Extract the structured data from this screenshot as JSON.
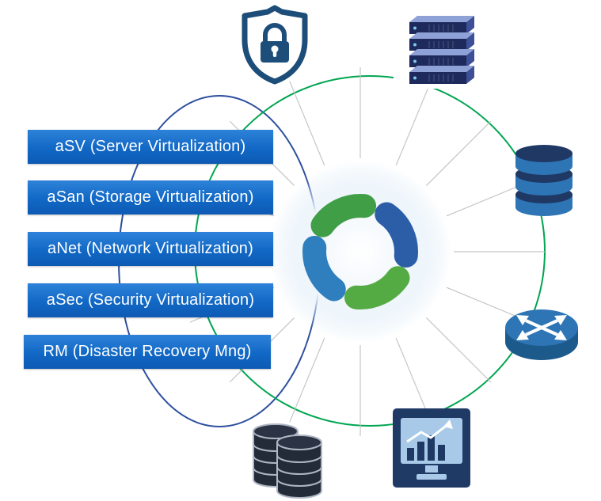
{
  "diagram": {
    "type": "hub-orbit-diagram",
    "banners": [
      {
        "label": "aSV (Server Virtualization)"
      },
      {
        "label": "aSan (Storage Virtualization)"
      },
      {
        "label": "aNet (Network Virtualization)"
      },
      {
        "label": "aSec (Security Virtualization)"
      },
      {
        "label": "RM (Disaster Recovery Mng)"
      }
    ],
    "icons": [
      {
        "name": "shield-lock-icon"
      },
      {
        "name": "server-rack-icon"
      },
      {
        "name": "database-icon"
      },
      {
        "name": "router-icon"
      },
      {
        "name": "dashboard-monitor-icon"
      },
      {
        "name": "storage-stack-icon"
      }
    ],
    "hub": {
      "logo": "blue-green swirl logo"
    },
    "colors": {
      "banner_blue_top": "#2e82d8",
      "banner_blue_bottom": "#0d5ab4",
      "orbit_green": "#00a550",
      "orbit_blue": "#2d4f9e",
      "spoke_gray": "#c6c6c6",
      "icon_navy": "#1f3864",
      "icon_blue": "#2e75b6",
      "logo_blue": "#2b5ea7",
      "logo_green": "#54ab44"
    }
  }
}
